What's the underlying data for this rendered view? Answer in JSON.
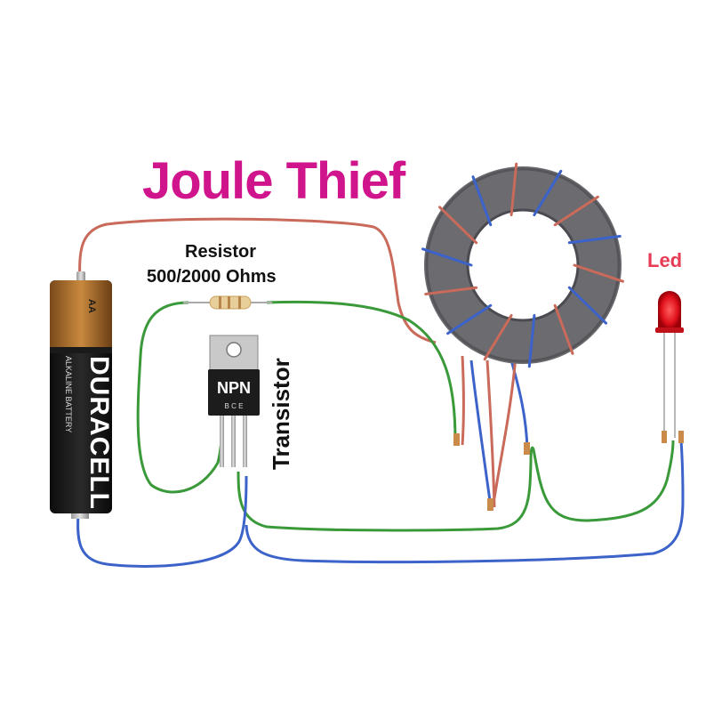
{
  "title": "Joule Thief",
  "labels": {
    "resistor_name": "Resistor",
    "resistor_value": "500/2000 Ohms",
    "transistor": "Transistor",
    "led": "Led"
  },
  "transistor": {
    "type": "NPN",
    "pins": "B C E"
  },
  "battery": {
    "brand": "DURACELL",
    "subtitle": "ALKALINE BATTERY",
    "size": "AA"
  },
  "colors": {
    "title": "#d0148c",
    "led_label": "#e83b55",
    "wire_red": "#c96a5a",
    "wire_green": "#3a9a3a",
    "wire_blue": "#3c63c9",
    "toroid": "#6b6b70"
  }
}
